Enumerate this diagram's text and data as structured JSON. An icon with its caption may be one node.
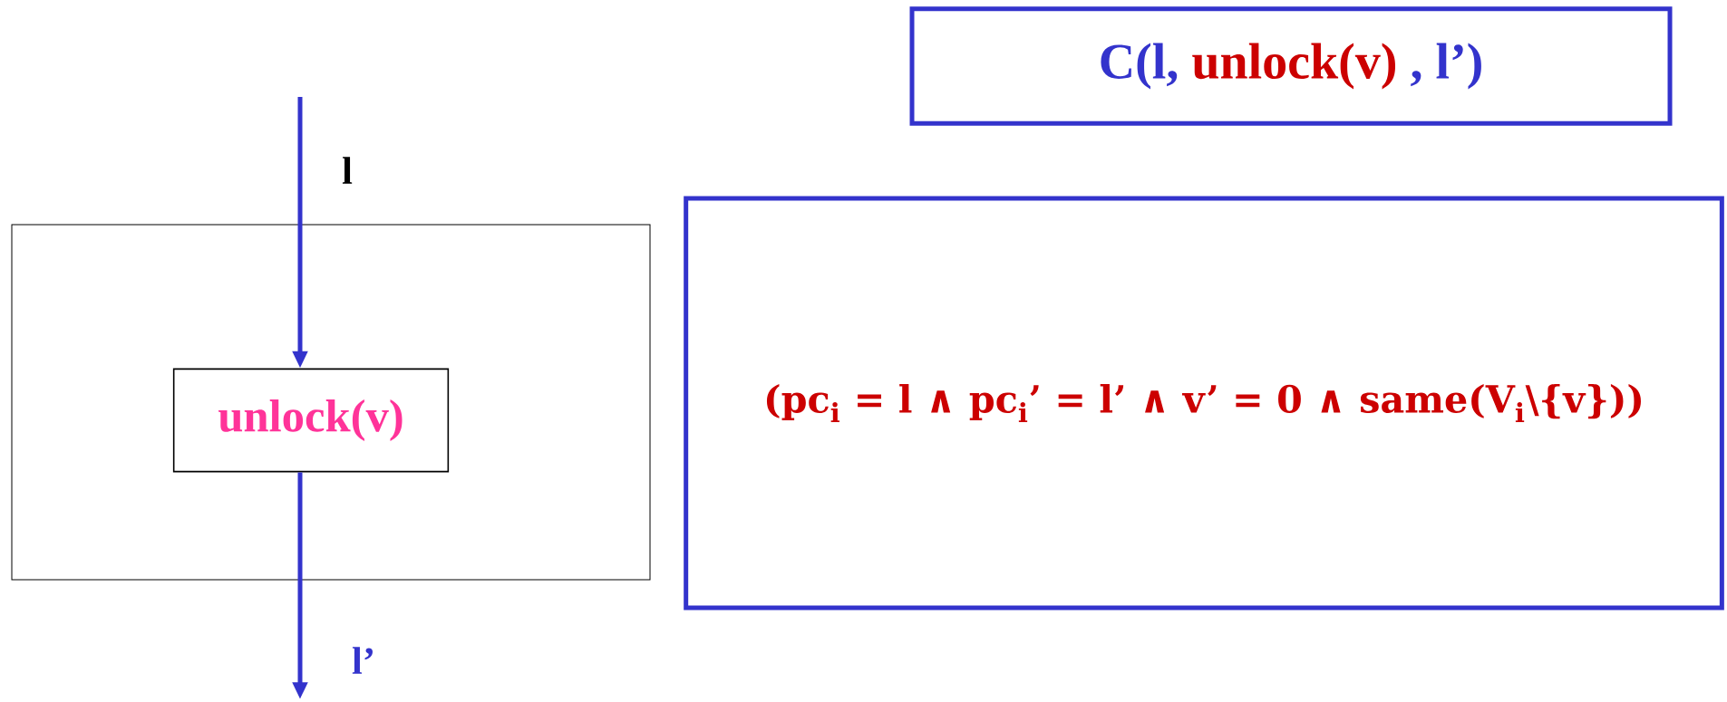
{
  "diagram": {
    "nodes": [
      {
        "text": [],
        "shape": "box"
      },
      {
        "text": [
          "unlock(v)"
        ],
        "in": 0
      },
      {
        "text": [
          "C(l,",
          "unlock(v)",
          ", l’)"
        ]
      },
      {
        "text": [
          "(pc$_{i}$ = l ∧ pc$_{i}$’ = l’ ∧ v’ = 0 ∧ same(V$_{i}$\\{v}))"
        ]
      }
    ],
    "edges": [
      {
        "from": null,
        "to": 1,
        "arrow": "to",
        "label": "l"
      },
      {
        "from": 1,
        "to": null,
        "arrow": "to",
        "label": "l’"
      }
    ]
  }
}
